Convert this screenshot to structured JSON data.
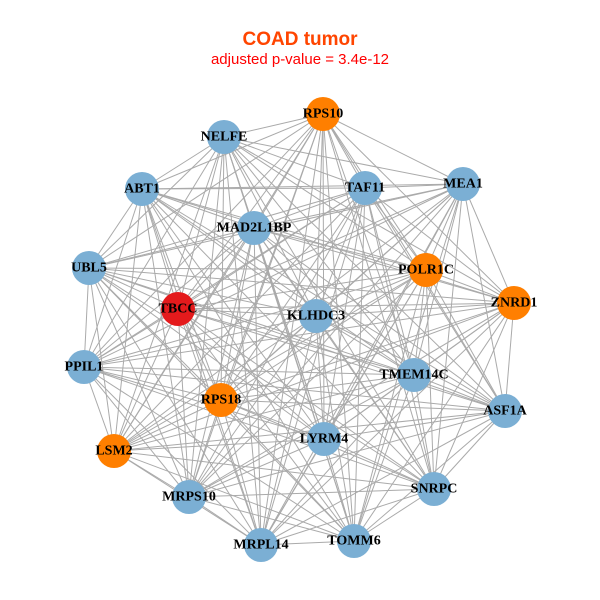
{
  "title": "COAD tumor",
  "subtitle": "adjusted p-value = 3.4e-12",
  "colors": {
    "blue": "#7bafd4",
    "orange": "#ff7f00",
    "red": "#e41a1c",
    "edge": "#aaaaaa"
  },
  "nodes": [
    {
      "id": "RPS10",
      "group": "orange"
    },
    {
      "id": "NELFE",
      "group": "blue"
    },
    {
      "id": "ABT1",
      "group": "blue"
    },
    {
      "id": "TAF11",
      "group": "blue"
    },
    {
      "id": "MEA1",
      "group": "blue"
    },
    {
      "id": "MAD2L1BP",
      "group": "blue"
    },
    {
      "id": "UBL5",
      "group": "blue"
    },
    {
      "id": "POLR1C",
      "group": "orange"
    },
    {
      "id": "ZNRD1",
      "group": "orange"
    },
    {
      "id": "TBCC",
      "group": "red"
    },
    {
      "id": "KLHDC3",
      "group": "blue"
    },
    {
      "id": "PPIL1",
      "group": "blue"
    },
    {
      "id": "TMEM14C",
      "group": "blue"
    },
    {
      "id": "RPS18",
      "group": "orange"
    },
    {
      "id": "ASF1A",
      "group": "blue"
    },
    {
      "id": "LSM2",
      "group": "orange"
    },
    {
      "id": "LYRM4",
      "group": "blue"
    },
    {
      "id": "SNRPC",
      "group": "blue"
    },
    {
      "id": "MRPS10",
      "group": "blue"
    },
    {
      "id": "MRPL14",
      "group": "blue"
    },
    {
      "id": "TOMM6",
      "group": "blue"
    }
  ],
  "edges": "all-pairs"
}
